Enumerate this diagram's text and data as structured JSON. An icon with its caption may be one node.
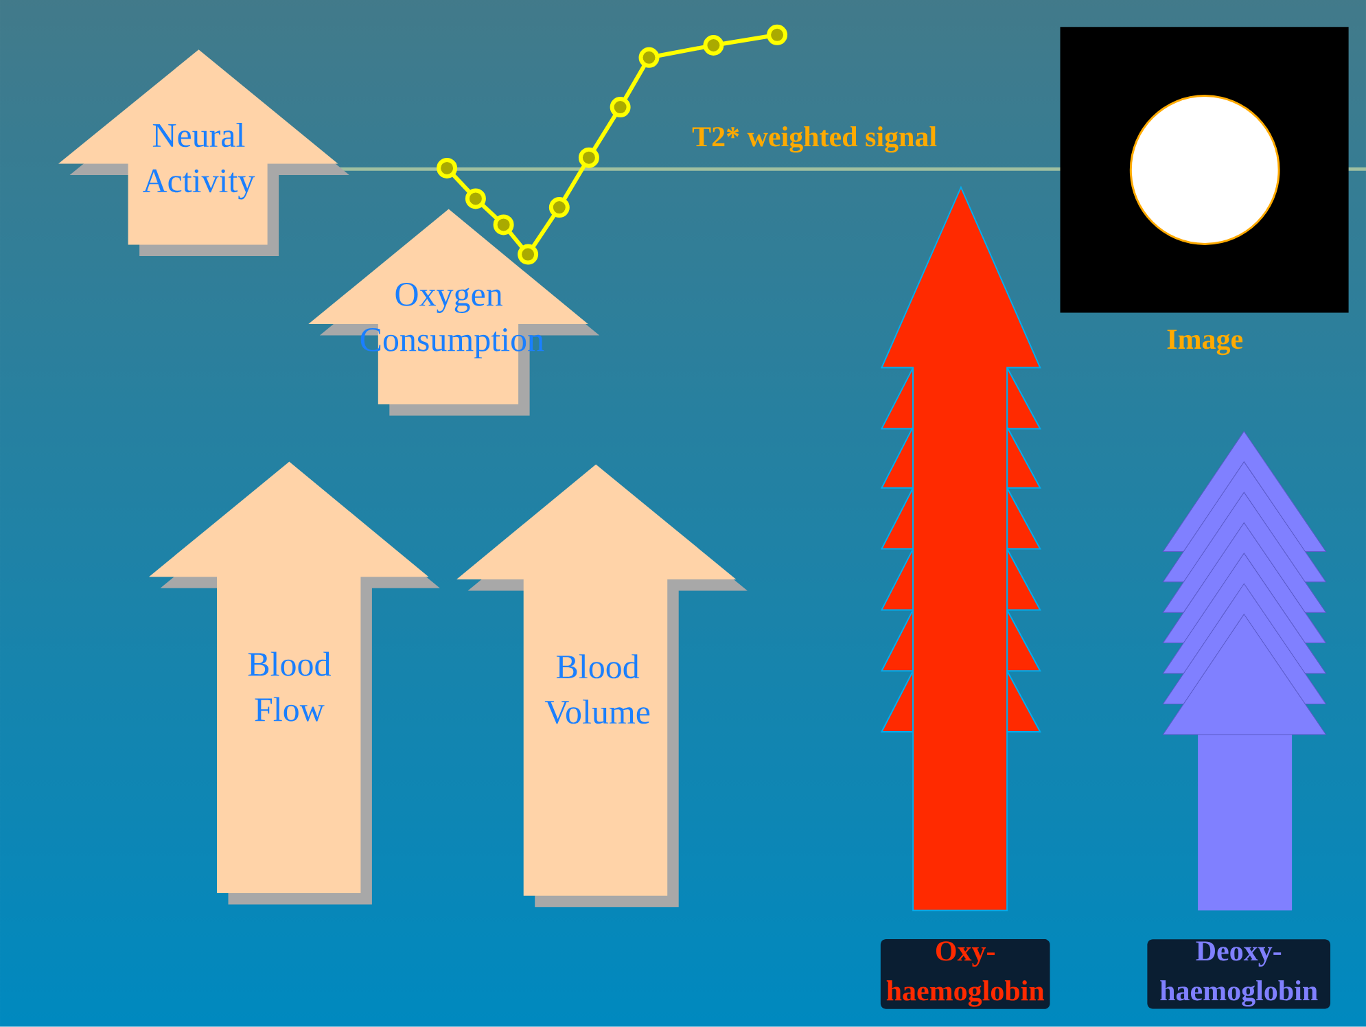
{
  "diagram": {
    "nodes": [
      {
        "text": [
          "Neural Activity"
        ]
      },
      {
        "text": [
          "Oxygen Consumption"
        ]
      },
      {
        "text": [
          "Blood Flow"
        ]
      },
      {
        "text": [
          "Blood Volume"
        ]
      },
      {
        "text": [
          "Image"
        ]
      },
      {
        "text": [
          "Oxy- haemoglobin"
        ]
      },
      {
        "text": [
          "Deoxy- haemoglobin"
        ]
      }
    ],
    "labels": [
      "T2* weighted signal"
    ]
  }
}
